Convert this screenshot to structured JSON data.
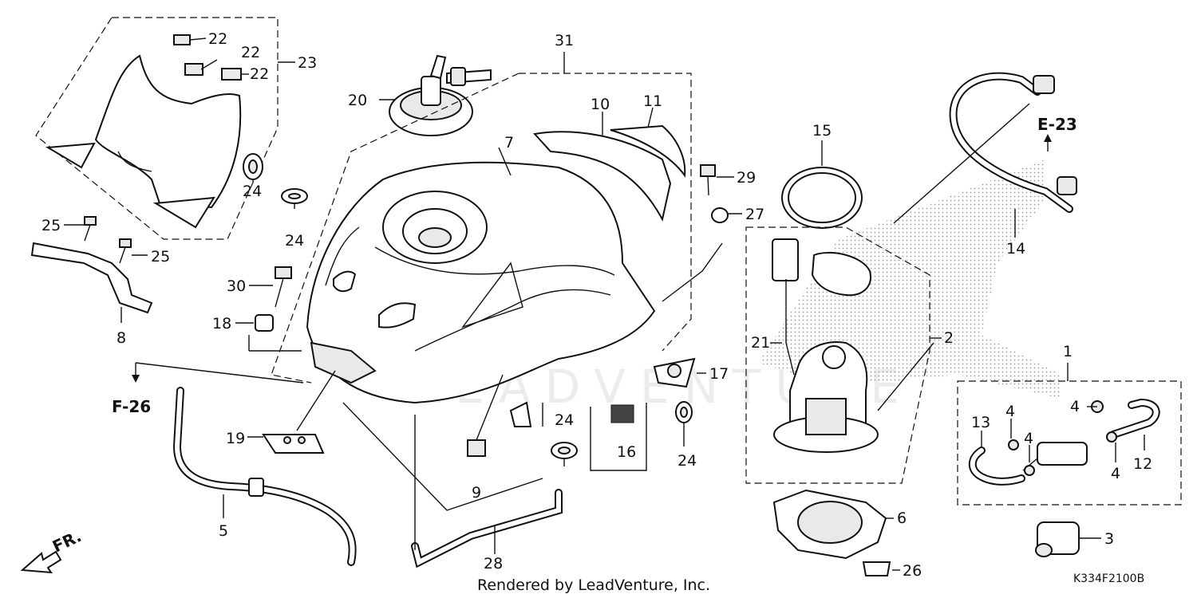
{
  "diagram": {
    "callouts": [
      "1",
      "2",
      "3",
      "4",
      "5",
      "6",
      "7",
      "8",
      "9",
      "10",
      "11",
      "12",
      "13",
      "14",
      "15",
      "16",
      "17",
      "18",
      "19",
      "20",
      "21",
      "22",
      "23",
      "24",
      "25",
      "26",
      "27",
      "28",
      "29",
      "30",
      "31"
    ],
    "section_refs": {
      "f26": "F-26",
      "e23": "E-23"
    },
    "direction_label": "FR.",
    "footer_text": "Rendered by LeadVenture, Inc.",
    "diagram_code": "K334F2100B",
    "watermark": "LEADVENTURE"
  }
}
